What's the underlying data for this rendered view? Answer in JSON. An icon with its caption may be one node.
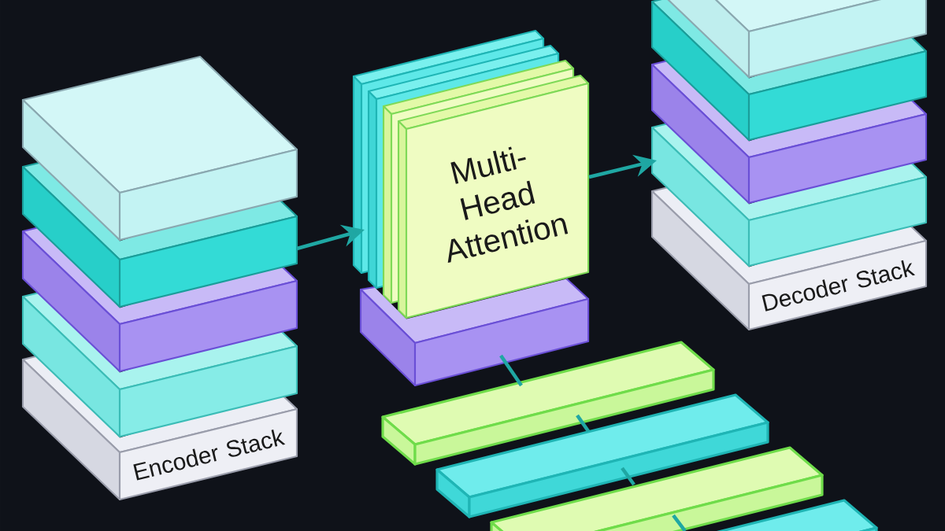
{
  "diagram": {
    "nodes": [
      {
        "text": [],
        "shape": "box"
      },
      {
        "text": [],
        "shape": "box"
      },
      {
        "text": [],
        "shape": "box"
      },
      {
        "text": [],
        "shape": "box"
      },
      {
        "text": [
          "Encoder Stack"
        ]
      },
      {
        "text": [],
        "shape": "box"
      },
      {
        "text": [],
        "shape": "box"
      },
      {
        "text": [],
        "shape": "box"
      },
      {
        "text": [
          "Multi-Head Attention"
        ]
      },
      {
        "text": [],
        "shape": "box"
      },
      {
        "text": [],
        "shape": "box"
      },
      {
        "text": [],
        "shape": "box"
      },
      {
        "text": [],
        "shape": "box"
      },
      {
        "text": [],
        "shape": "box"
      },
      {
        "text": [
          "Decoder Stack"
        ]
      },
      {
        "text": [],
        "shape": "bar"
      },
      {
        "text": [],
        "shape": "bar"
      },
      {
        "text": [],
        "shape": "bar"
      },
      {
        "text": [],
        "shape": "bar"
      }
    ],
    "edges": [
      {
        "from": 1,
        "to": 5,
        "arrow": "to"
      },
      {
        "from": 8,
        "to": 13,
        "arrow": "to"
      },
      {
        "from": 9,
        "to": 15,
        "arrow": "none"
      },
      {
        "from": 15,
        "to": 16,
        "arrow": "none"
      },
      {
        "from": 16,
        "to": 17,
        "arrow": "none"
      },
      {
        "from": 17,
        "to": 18,
        "arrow": "none"
      }
    ]
  }
}
